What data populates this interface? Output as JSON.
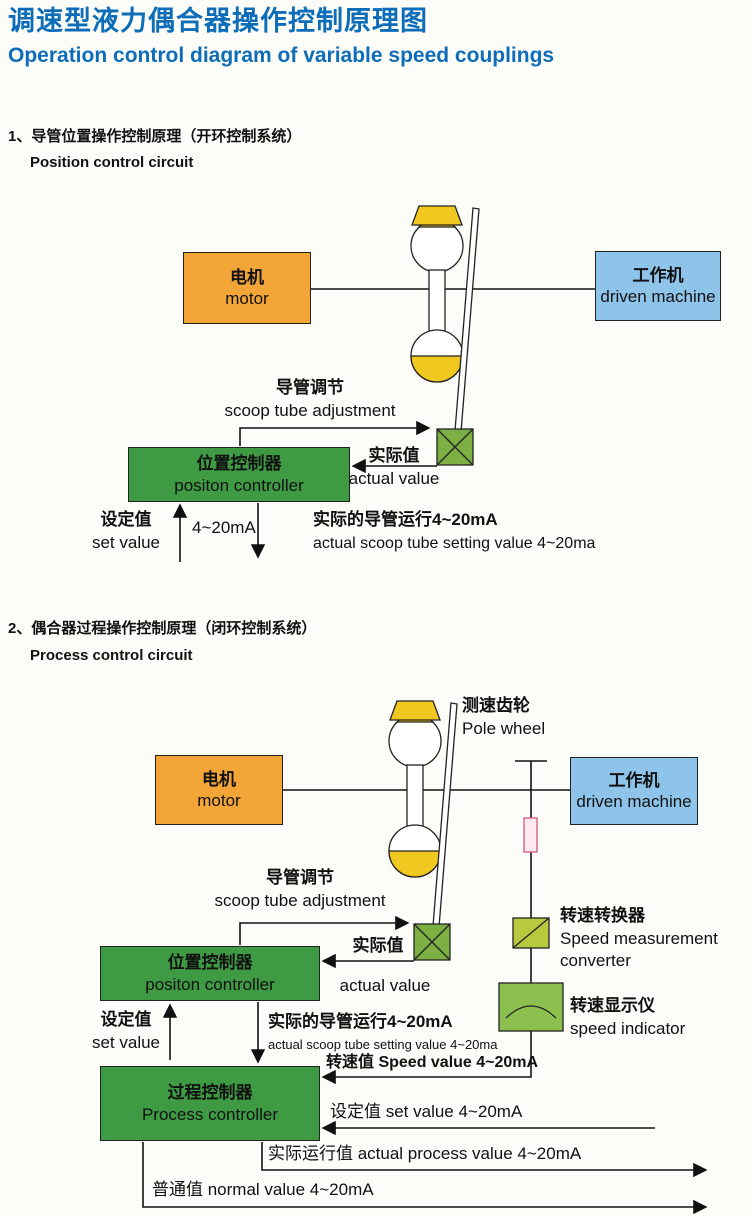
{
  "page": {
    "title_zh": "调速型液力偶合器操作控制原理图",
    "title_en": "Operation control diagram of variable speed couplings"
  },
  "colors": {
    "title_blue": "#0d6db8",
    "motor_orange": "#f3a637",
    "machine_blue": "#8ec3ea",
    "controller_green": "#3f9a44",
    "actuator_green": "#7cb043",
    "indicator_green": "#8cbf4e",
    "converter_green": "#b7c93f",
    "coupling_yellow": "#f0c820"
  },
  "section1": {
    "heading_zh": "1、导管位置操作控制原理（开环控制系统）",
    "heading_en": "Position control circuit",
    "motor_zh": "电机",
    "motor_en": "motor",
    "driven_zh": "工作机",
    "driven_en": "driven machine",
    "scoop_zh": "导管调节",
    "scoop_en": "scoop tube adjustment",
    "controller_zh": "位置控制器",
    "controller_en": "positon controller",
    "actual_zh": "实际值",
    "actual_en": "actual value",
    "set_zh": "设定值",
    "set_en": "set value",
    "signal": "4~20mA",
    "note_zh": "实际的导管运行4~20mA",
    "note_en": "actual scoop tube setting value 4~20ma"
  },
  "section2": {
    "heading_zh": "2、偶合器过程操作控制原理（闭环控制系统）",
    "heading_en": "Process control circuit",
    "pole_zh": "测速齿轮",
    "pole_en": "Pole wheel",
    "motor_zh": "电机",
    "motor_en": "motor",
    "driven_zh": "工作机",
    "driven_en": "driven machine",
    "scoop_zh": "导管调节",
    "scoop_en": "scoop tube adjustment",
    "pos_controller_zh": "位置控制器",
    "pos_controller_en": "positon controller",
    "actual_zh": "实际值",
    "actual_en": "actual value",
    "set_zh": "设定值",
    "set_en": "set value",
    "note_zh": "实际的导管运行4~20mA",
    "note_en": "actual scoop tube setting value 4~20ma",
    "converter_zh": "转速转换器",
    "converter_en1": "Speed measurement",
    "converter_en2": "converter",
    "indicator_zh": "转速显示仪",
    "indicator_en": "speed indicator",
    "process_zh": "过程控制器",
    "process_en": "Process controller",
    "speed_value_line": "转速值 Speed value 4~20mA",
    "set_value_line": "设定值 set value 4~20mA",
    "process_value_line": "实际运行值 actual process value 4~20mA",
    "normal_value_line": "普通值 normal value 4~20mA"
  }
}
